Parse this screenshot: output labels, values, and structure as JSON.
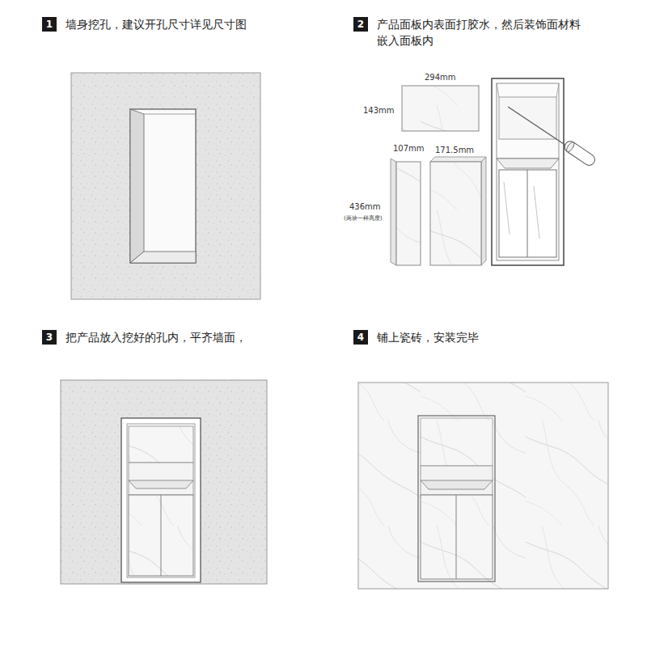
{
  "diagram": {
    "nodes": [
      {
        "text": [
          "1",
          "墙身挖孔，建议开孔尺寸详见尺寸图"
        ]
      },
      {
        "text": [
          "2",
          "产品面板内表面打胶水，然后装饰面材料嵌入面板内"
        ]
      },
      {
        "text": [
          "3",
          "把产品放入挖好的孔内，平齐墙面，"
        ]
      },
      {
        "text": [
          "4",
          "铺上瓷砖，安装完毕"
        ]
      }
    ],
    "labels": [
      "294mm",
      "143mm",
      "107mm",
      "171.5mm",
      "436mm",
      "(两块一样高度)"
    ]
  }
}
